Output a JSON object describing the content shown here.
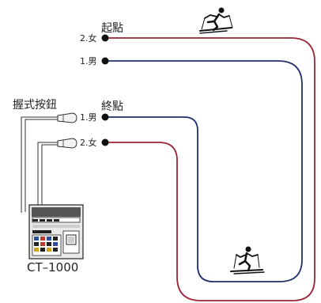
{
  "labels": {
    "start": "起點",
    "finish": "終點",
    "push_button": "握式按鈕",
    "device": "CT–1000"
  },
  "lanes": [
    {
      "start_label": "2.女",
      "finish_label": "2.女",
      "color": "#9b2335"
    },
    {
      "start_label": "1.男",
      "finish_label": "1.男",
      "color": "#1f2f6b"
    }
  ],
  "colors": {
    "women_line": "#9b2335",
    "men_line": "#1f2f6b",
    "wire": "#333333",
    "dot": "#111111"
  },
  "icons": [
    "skier-icon",
    "skier-icon",
    "push-button-icon",
    "timer-device-icon"
  ]
}
